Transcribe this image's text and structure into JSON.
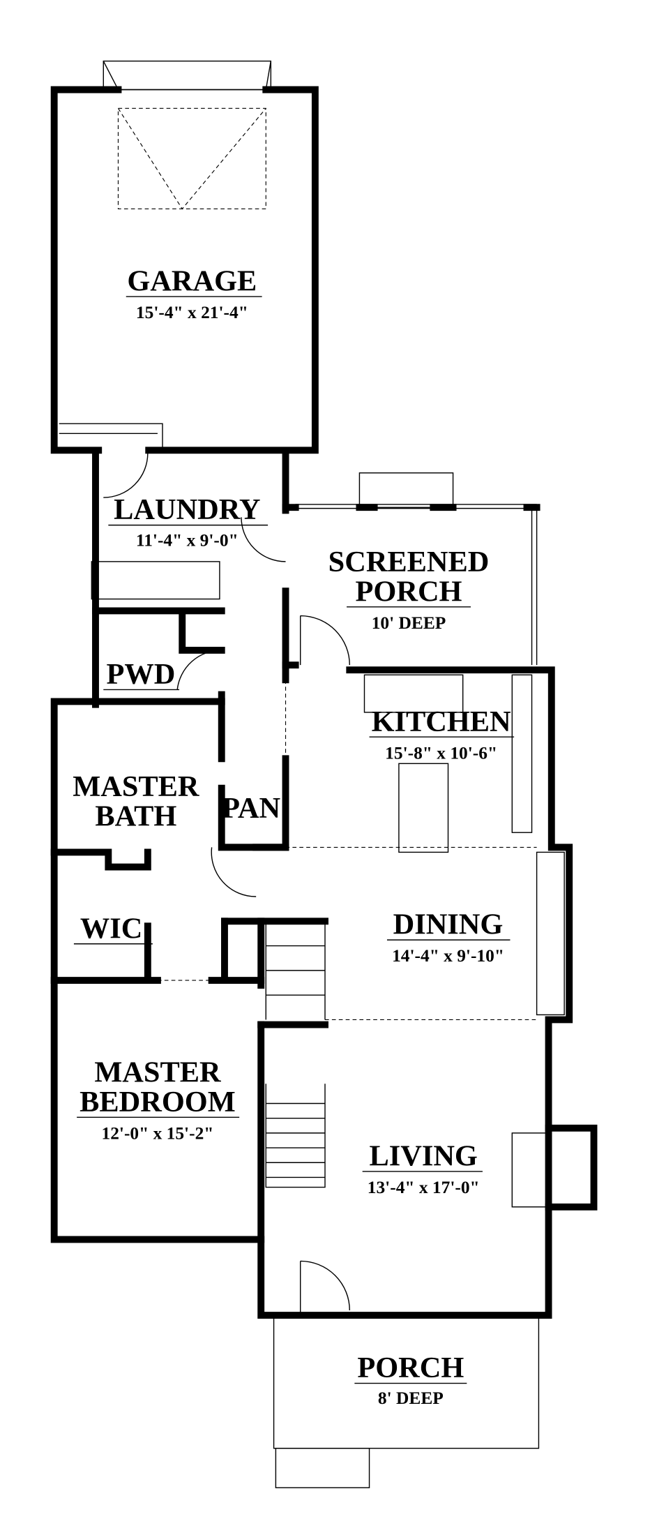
{
  "rooms": {
    "garage": {
      "name": "GARAGE",
      "dims": "15'-4\" x 21'-4\""
    },
    "laundry": {
      "name": "LAUNDRY",
      "dims": "11'-4\" x 9'-0\""
    },
    "screened_porch": {
      "name_line1": "SCREENED",
      "name_line2": "PORCH",
      "dims": "10' DEEP"
    },
    "pwd": {
      "name": "PWD"
    },
    "kitchen": {
      "name": "KITCHEN",
      "dims": "15'-8\" x 10'-6\""
    },
    "master_bath": {
      "name_line1": "MASTER",
      "name_line2": "BATH"
    },
    "pantry": {
      "name": "PAN"
    },
    "wic": {
      "name": "WIC"
    },
    "dining": {
      "name": "DINING",
      "dims": "14'-4\" x 9'-10\""
    },
    "master_bedroom": {
      "name_line1": "MASTER",
      "name_line2": "BEDROOM",
      "dims": "12'-0\" x 15'-2\""
    },
    "living": {
      "name": "LIVING",
      "dims": "13'-4\" x 17'-0\""
    },
    "porch": {
      "name": "PORCH",
      "dims": "8' DEEP"
    }
  }
}
